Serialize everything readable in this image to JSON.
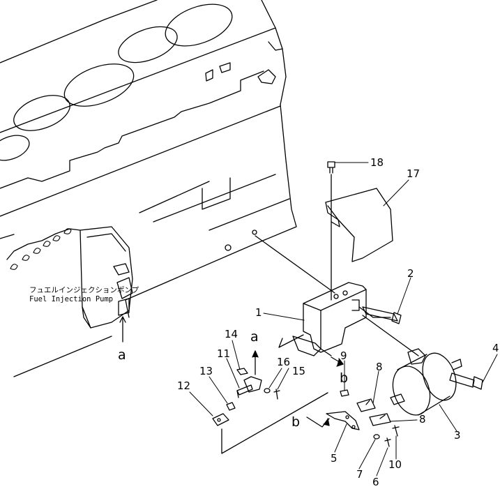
{
  "pump_label": {
    "jp": "フュエルインジェクションポンプ",
    "en": "Fuel Injection Pump"
  },
  "view_markers": {
    "a": "a",
    "b": "b"
  },
  "callouts": {
    "p1": "1",
    "p2": "2",
    "p3": "3",
    "p4": "4",
    "p5": "5",
    "p6": "6",
    "p7": "7",
    "p8": "8",
    "p9": "9",
    "p10": "10",
    "p11": "11",
    "p12": "12",
    "p13": "13",
    "p14": "14",
    "p15": "15",
    "p16": "16",
    "p17": "17",
    "p18": "18"
  }
}
